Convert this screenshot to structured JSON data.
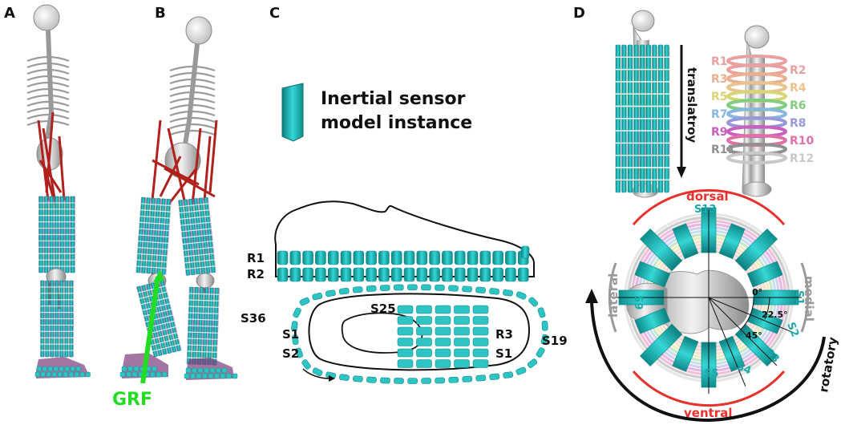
{
  "panels": {
    "a": {
      "letter": "A"
    },
    "b": {
      "letter": "B",
      "grf_label": "GRF"
    },
    "c": {
      "letter": "C",
      "legend_line1": "Inertial sensor",
      "legend_line2": "model instance",
      "shoe_row_labels": [
        "R1",
        "R2"
      ],
      "sole_labels": {
        "s36": "S36",
        "s1_left": "S1",
        "s2": "S2",
        "s25": "S25",
        "r3": "R3",
        "s1_right": "S1",
        "s19": "S19"
      }
    },
    "d": {
      "letter": "D",
      "translatory_label": "translatroy",
      "rings": [
        {
          "label": "R1",
          "color": "#e8a0a0"
        },
        {
          "label": "R2",
          "color": "#e8a0a0"
        },
        {
          "label": "R3",
          "color": "#e8b090"
        },
        {
          "label": "R4",
          "color": "#e8c48c"
        },
        {
          "label": "R5",
          "color": "#d8d478"
        },
        {
          "label": "R6",
          "color": "#80cc80"
        },
        {
          "label": "R7",
          "color": "#88b8e0"
        },
        {
          "label": "R8",
          "color": "#9898d8"
        },
        {
          "label": "R9",
          "color": "#c860c0"
        },
        {
          "label": "R10",
          "color": "#e070a8"
        },
        {
          "label": "R11",
          "color": "#909090"
        },
        {
          "label": "R12",
          "color": "#c8c8c8"
        }
      ],
      "cross_section": {
        "dorsal": "dorsal",
        "ventral": "ventral",
        "lateral": "lateral",
        "medial": "medial",
        "rotatory": "rotatory",
        "s13": "S13",
        "s9": "S9",
        "s1": "S1",
        "s2": "S2",
        "s3": "S3",
        "s4": "S4",
        "s5": "S5",
        "angle_0": "0°",
        "angle_22": "22.5°",
        "angle_45": "45°"
      }
    }
  },
  "colors": {
    "sensor": "#2ec4c4",
    "sensor_dark": "#138c8c",
    "muscle": "#b0201c",
    "grf": "#22dd22",
    "dorsal_ventral": "#e8302c",
    "lateral_medial": "#9a9a9a",
    "rotatory": "#111111"
  }
}
